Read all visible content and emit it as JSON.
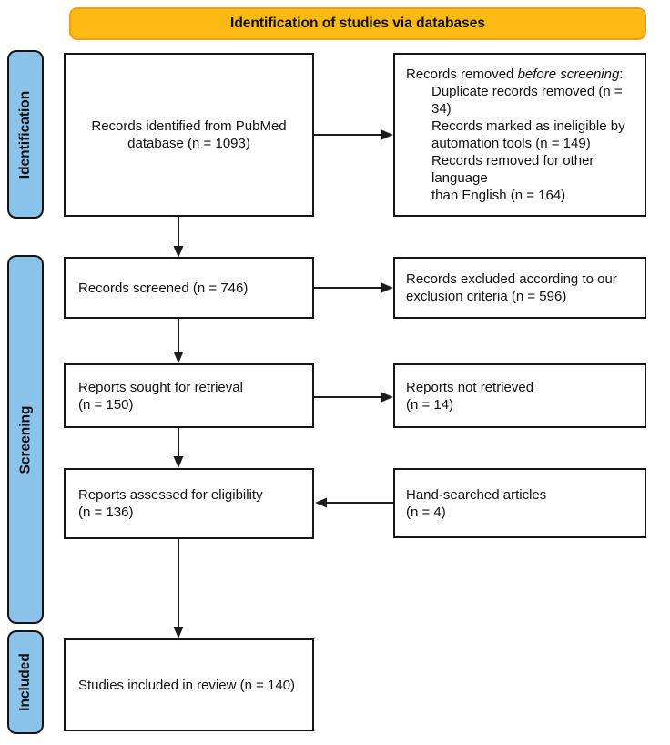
{
  "banner": {
    "title": "Identification of studies via databases"
  },
  "stages": [
    {
      "label": "Identification"
    },
    {
      "label": "Screening"
    },
    {
      "label": "Included"
    }
  ],
  "boxes": {
    "identified": {
      "lines": [
        "Records identified from PubMed",
        "database (n = 1093)"
      ]
    },
    "removed": {
      "heading_pre": "Records removed ",
      "heading_italic": "before screening",
      "heading_post": ":",
      "items": [
        [
          "Duplicate records removed (n = 34)"
        ],
        [
          "Records marked as ineligible by",
          "automation tools (n = 149)"
        ],
        [
          "Records removed for other language",
          "than English (n = 164)"
        ]
      ]
    },
    "screened": {
      "lines": [
        "Records screened (n = 746)"
      ]
    },
    "excluded": {
      "lines": [
        "Records excluded according to our",
        "exclusion criteria (n = 596)"
      ]
    },
    "sought": {
      "lines": [
        "Reports sought for retrieval",
        "(n = 150)"
      ]
    },
    "not_retrieved": {
      "lines": [
        "Reports not retrieved",
        "(n = 14)"
      ]
    },
    "assessed": {
      "lines": [
        "Reports assessed for eligibility",
        "(n = 136)"
      ]
    },
    "hand_searched": {
      "lines": [
        "Hand-searched articles",
        "(n = 4)"
      ]
    },
    "included_box": {
      "lines": [
        "Studies included in review (n = 140)"
      ]
    }
  },
  "colors": {
    "banner_fill": "#FDB913",
    "banner_border": "#F09E1E",
    "stage_fill": "#8CC3EA",
    "ink": "#111111"
  }
}
